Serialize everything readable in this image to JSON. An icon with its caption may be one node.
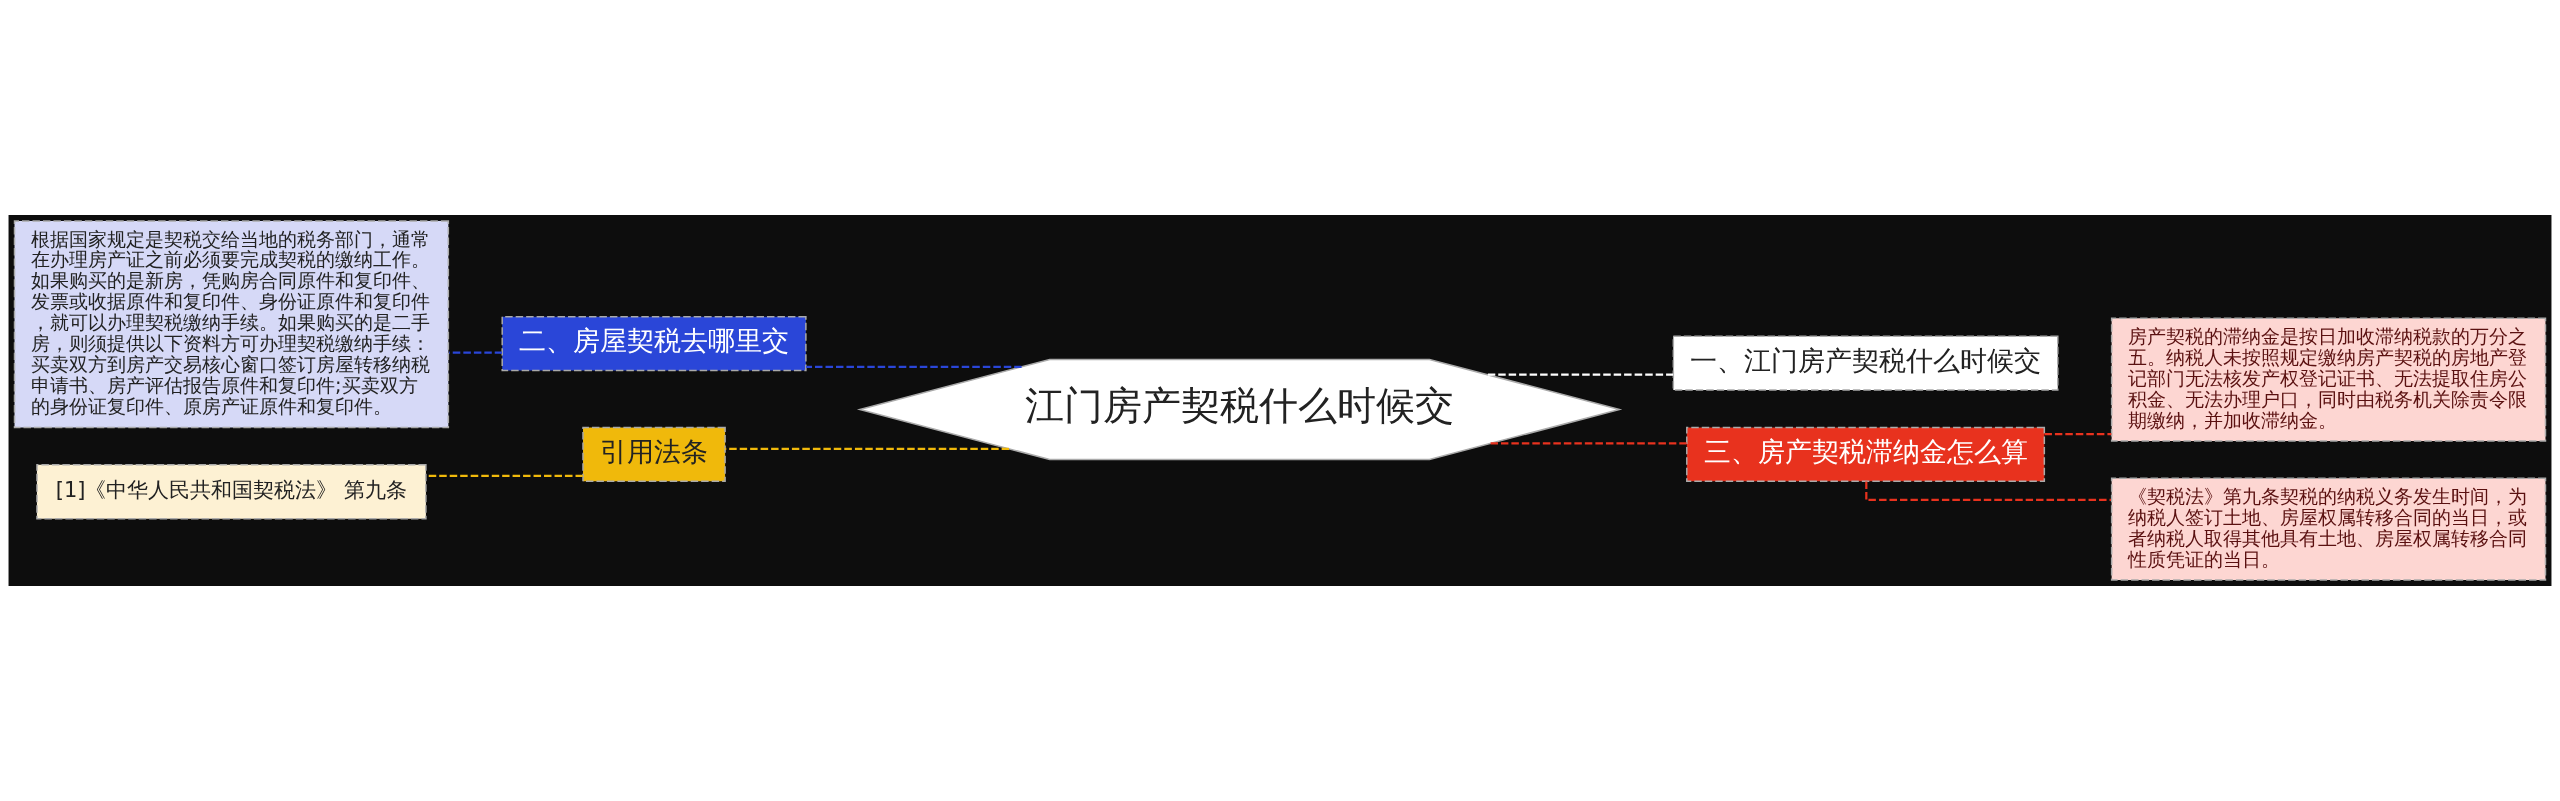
{
  "diagram": {
    "nodes": [
      {
        "text": [
          "江门房产契税什么时候交"
        ]
      },
      {
        "text": [
          "二、房屋契税去哪里交"
        ]
      },
      {
        "text": [
          "根据国家规定是契税交给当地的税务部门，通常在办理房产证之前必须要完成契税的缴纳工作。如果购买的是新房，凭购房合同原件和复印件、发票或收据原件和复印件、身份证原件和复印件，就可以办理契税缴纳手续。如果购买的是二手房，则须提供以下资料方可办理契税缴纳手续：买卖双方到房产交易核心窗口签订房屋转移纳税申请书、房产评估报告原件和复印件;买卖双方的身份证复印件、原房产证原件和复印件。"
        ]
      },
      {
        "text": [
          "引用法条"
        ]
      },
      {
        "text": [
          "[1]《中华人民共和国契税法》 第九条"
        ]
      },
      {
        "text": [
          "一、江门房产契税什么时候交"
        ]
      },
      {
        "text": [
          "三、房产契税滞纳金怎么算"
        ]
      },
      {
        "text": [
          "房产契税的滞纳金是按日加收滞纳税款的万分之五。纳税人未按照规定缴纳房产契税的房地产登记部门无法核发产权登记证书、无法提取住房公积金、无法办理户口，同时由税务机关除责令限期缴纳，并加收滞纳金。"
        ]
      },
      {
        "text": [
          "《契税法》第九条契税的纳税义务发生时间，为纳税人签订土地、房屋权属转移合同的当日，或者纳税人取得其他具有土地、房屋权属转移合同性质凭证的当日。"
        ]
      }
    ],
    "edges": [
      {
        "from": 0,
        "to": 1,
        "arrow": "none",
        "style": "dashed",
        "color": "#2a46d8"
      },
      {
        "from": 1,
        "to": 2,
        "arrow": "none",
        "style": "dashed",
        "color": "#2a46d8"
      },
      {
        "from": 0,
        "to": 3,
        "arrow": "none",
        "style": "dashed",
        "color": "#f0b90b"
      },
      {
        "from": 3,
        "to": 4,
        "arrow": "none",
        "style": "dashed",
        "color": "#f0b90b"
      },
      {
        "from": 0,
        "to": 5,
        "arrow": "none",
        "style": "dashed",
        "color": "#ffffff"
      },
      {
        "from": 0,
        "to": 6,
        "arrow": "none",
        "style": "dashed",
        "color": "#e8321e"
      },
      {
        "from": 6,
        "to": 7,
        "arrow": "none",
        "style": "dashed",
        "color": "#e8321e"
      },
      {
        "from": 6,
        "to": 8,
        "arrow": "none",
        "style": "dashed",
        "color": "#e8321e"
      }
    ]
  }
}
